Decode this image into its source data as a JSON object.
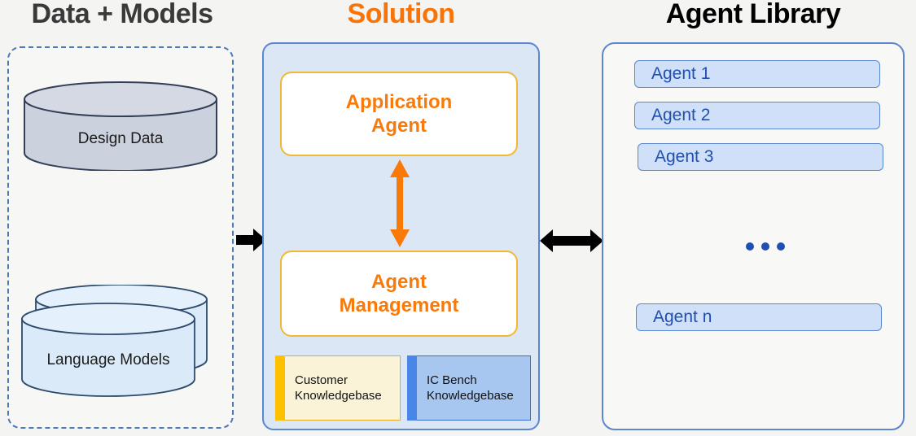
{
  "columns": {
    "data_models": {
      "title": "Data + Models",
      "title_color": "#3a3a3a",
      "border_style": "dashed",
      "border_color": "#4a79b5",
      "stores": [
        {
          "label": "Design  Data",
          "shape": "cylinder",
          "fill": "#ccd1de",
          "stroke": "#333f56",
          "stacked": false
        },
        {
          "label": "Language Models",
          "shape": "cylinder-stacked",
          "fill": "#dbeaf8",
          "stroke": "#2e4a6b",
          "stacked": true
        }
      ]
    },
    "solution": {
      "title": "Solution",
      "title_color": "#f97306",
      "panel_fill": "#dce7f5",
      "panel_border": "#5b86d0",
      "boxes": [
        {
          "label": "Application\nAgent",
          "line1": "Application",
          "line2": "Agent",
          "fill": "#ffffff",
          "border": "#f2b733",
          "text_color": "#f97a09"
        },
        {
          "label": "Agent\nManagement",
          "line1": "Agent",
          "line2": "Management",
          "fill": "#ffffff",
          "border": "#f2b733",
          "text_color": "#f97a09"
        }
      ],
      "knowledgebases": [
        {
          "line1": "Customer",
          "line2": "Knowledgebase",
          "bar_color": "#ffc000",
          "fill": "#fbf3d8",
          "border": "#e8ab1d"
        },
        {
          "line1": "IC Bench",
          "line2": "Knowledgebase",
          "bar_color": "#4a86e8",
          "fill": "#a8c7f0",
          "border": "#3a6fd0"
        }
      ],
      "internal_arrow": {
        "direction": "vertical-bidirectional",
        "color": "#f97a09"
      }
    },
    "agent_library": {
      "title": "Agent Library",
      "title_color": "#000000",
      "panel_fill": "#f8f8f7",
      "panel_border": "#5b86d0",
      "items": [
        {
          "label": "Agent 1"
        },
        {
          "label": "Agent 2"
        },
        {
          "label": "Agent 3"
        },
        {
          "label": "Agent n"
        }
      ],
      "ellipsis": "...",
      "item_fill": "#cfe0f8",
      "item_border": "#5b86d0",
      "item_text_color": "#1f4fb0"
    }
  },
  "connectors": [
    {
      "name": "data-to-solution",
      "direction": "right",
      "color": "#000000"
    },
    {
      "name": "solution-to-library",
      "direction": "bidirectional",
      "color": "#000000"
    }
  ]
}
